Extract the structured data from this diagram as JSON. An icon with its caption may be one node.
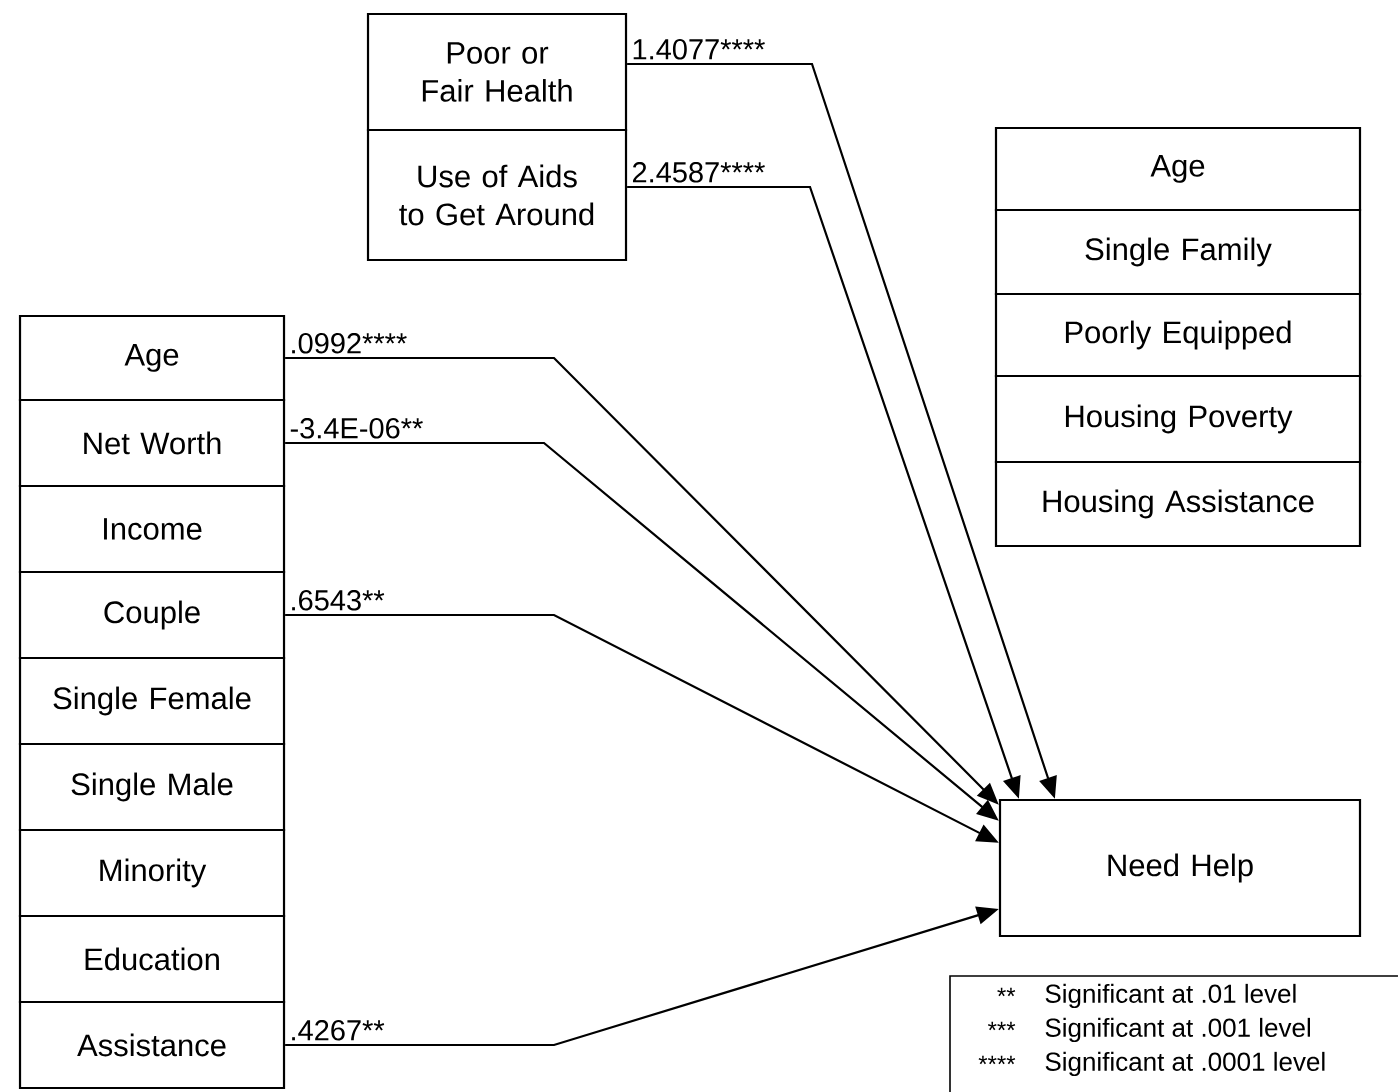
{
  "diagram": {
    "nodes": [
      {
        "text": [
          "Poor or Fair Health"
        ]
      },
      {
        "text": [
          "Use of Aids to Get Around"
        ]
      },
      {
        "text": [
          "Age"
        ]
      },
      {
        "text": [
          "Single Family"
        ]
      },
      {
        "text": [
          "Poorly Equipped"
        ]
      },
      {
        "text": [
          "Housing Poverty"
        ]
      },
      {
        "text": [
          "Housing Assistance"
        ]
      },
      {
        "text": [
          "Age"
        ]
      },
      {
        "text": [
          "Net Worth"
        ]
      },
      {
        "text": [
          "Income"
        ]
      },
      {
        "text": [
          "Couple"
        ]
      },
      {
        "text": [
          "Single Female"
        ]
      },
      {
        "text": [
          "Single Male"
        ]
      },
      {
        "text": [
          "Minority"
        ]
      },
      {
        "text": [
          "Education"
        ]
      },
      {
        "text": [
          "Assistance"
        ]
      },
      {
        "text": [
          "Need Help"
        ]
      }
    ],
    "edges": [
      {
        "from": 0,
        "to": 16,
        "arrow": "to",
        "label": "1.4077****"
      },
      {
        "from": 1,
        "to": 16,
        "arrow": "to",
        "label": "2.4587****"
      },
      {
        "from": 7,
        "to": 16,
        "arrow": "to",
        "label": ".0992****"
      },
      {
        "from": 8,
        "to": 16,
        "arrow": "to",
        "label": "-3.4E-06**"
      },
      {
        "from": 10,
        "to": 16,
        "arrow": "to",
        "label": ".6543**"
      },
      {
        "from": 15,
        "to": 16,
        "arrow": "to",
        "label": ".4267**"
      }
    ],
    "labels": [
      "**",
      "Significant at .01 level",
      "***",
      "Significant at .001 level",
      "****",
      "Significant at .0001 level"
    ]
  }
}
